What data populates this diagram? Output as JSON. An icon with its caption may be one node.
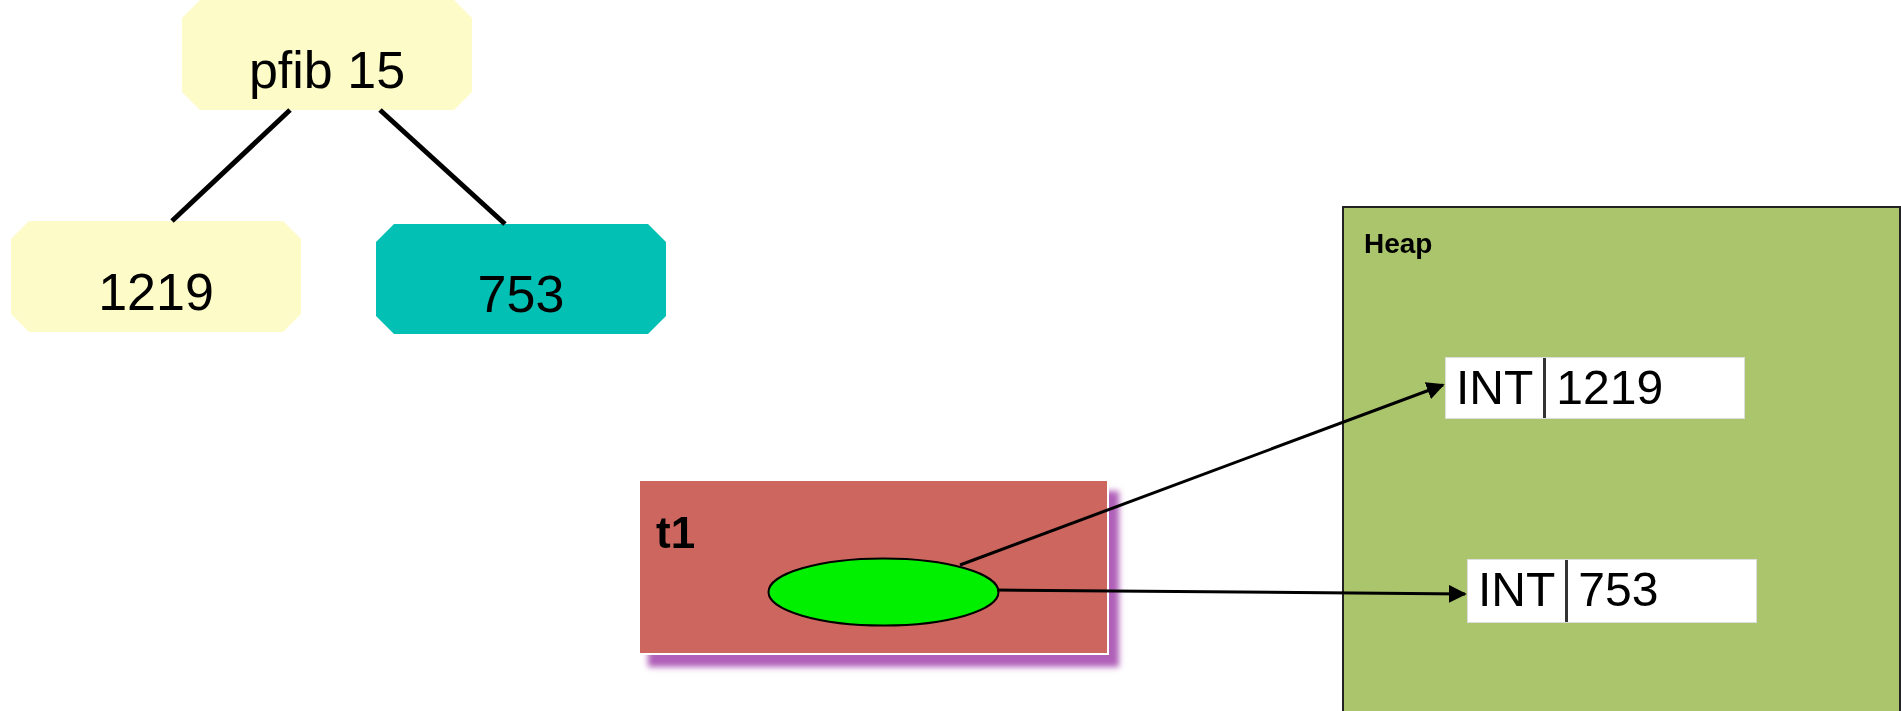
{
  "diagram": {
    "nodes": [
      {
        "text": [
          "pfib 15"
        ]
      },
      {
        "text": [
          "1219"
        ]
      },
      {
        "text": [
          "753"
        ]
      },
      {
        "text": [
          "t1"
        ]
      },
      {
        "text": [],
        "shape": "ellipse",
        "in": 3
      },
      {
        "text": [
          "Heap"
        ]
      },
      {
        "text": [
          "INT",
          "1219"
        ],
        "in": 5
      },
      {
        "text": [
          "INT",
          "753"
        ],
        "in": 5
      }
    ],
    "edges": [
      {
        "from": 0,
        "to": 1,
        "arrow": "none"
      },
      {
        "from": 0,
        "to": 2,
        "arrow": "none"
      },
      {
        "from": 4,
        "to": 6,
        "arrow": "to"
      },
      {
        "from": 4,
        "to": 7,
        "arrow": "to"
      }
    ]
  }
}
